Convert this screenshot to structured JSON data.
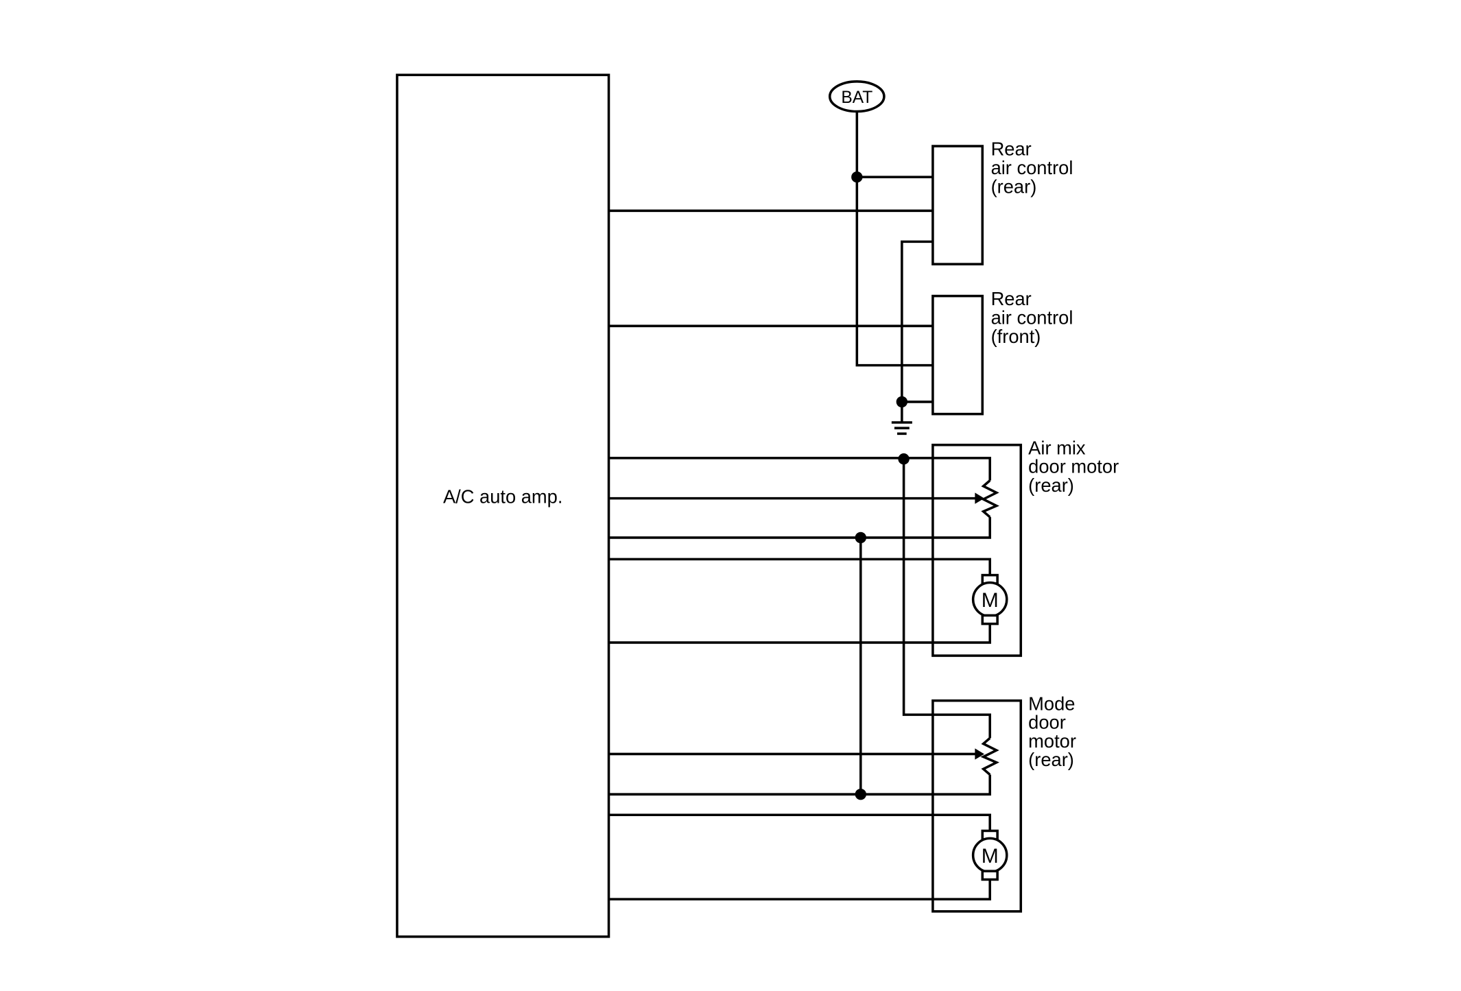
{
  "labels": {
    "amp": "A/C auto amp.",
    "bat": "BAT",
    "rear_ctrl_rear": [
      "Rear",
      "air control",
      "(rear)"
    ],
    "rear_ctrl_front": [
      "Rear",
      "air control",
      "(front)"
    ],
    "air_mix": [
      "Air mix",
      "door motor",
      "(rear)"
    ],
    "mode": [
      "Mode",
      "door",
      "motor",
      "(rear)"
    ],
    "motor_symbol": "M"
  }
}
